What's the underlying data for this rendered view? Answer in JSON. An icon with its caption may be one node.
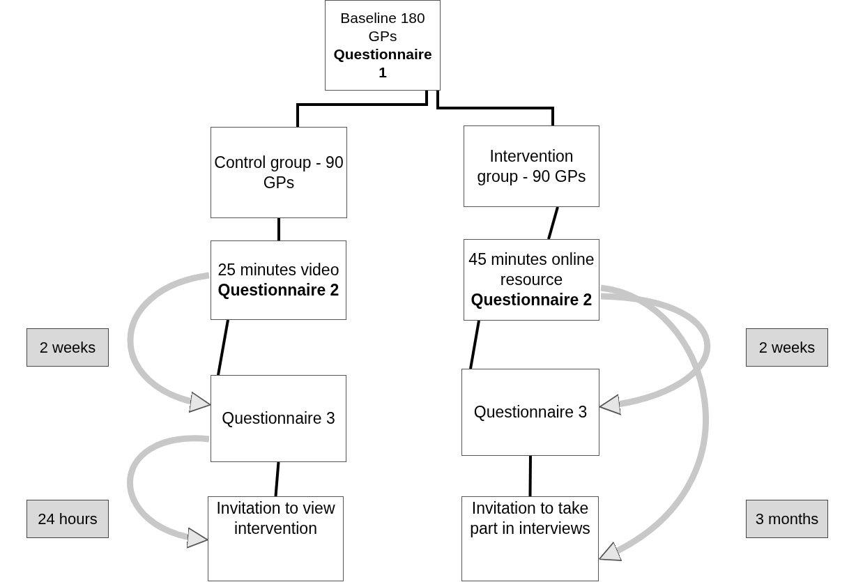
{
  "diagram": {
    "nodes": [
      {
        "text": [
          "Baseline 180 GPs",
          "Questionnaire 1"
        ]
      },
      {
        "text": [
          "Control group - 90 GPs"
        ]
      },
      {
        "text": [
          "Intervention group - 90 GPs"
        ]
      },
      {
        "text": [
          "25 minutes video",
          "Questionnaire 2"
        ]
      },
      {
        "text": [
          "45 minutes online resource",
          "Questionnaire 2"
        ]
      },
      {
        "text": [
          "Questionnaire 3"
        ]
      },
      {
        "text": [
          "Questionnaire 3"
        ]
      },
      {
        "text": [
          "Invitation to view intervention"
        ]
      },
      {
        "text": [
          "Invitation to take part in interviews"
        ]
      },
      {
        "text": [
          "2 weeks"
        ]
      },
      {
        "text": [
          "24 hours"
        ]
      },
      {
        "text": [
          "2 weeks"
        ]
      },
      {
        "text": [
          "3 months"
        ]
      }
    ],
    "edges": [
      {
        "from": 0,
        "to": 1,
        "arrow": "none"
      },
      {
        "from": 0,
        "to": 2,
        "arrow": "none"
      },
      {
        "from": 1,
        "to": 3,
        "arrow": "none"
      },
      {
        "from": 2,
        "to": 4,
        "arrow": "none"
      },
      {
        "from": 3,
        "to": 5,
        "arrow": "none"
      },
      {
        "from": 4,
        "to": 6,
        "arrow": "none"
      },
      {
        "from": 5,
        "to": 7,
        "arrow": "none"
      },
      {
        "from": 6,
        "to": 8,
        "arrow": "none"
      },
      {
        "from": 3,
        "to": 5,
        "arrow": "to",
        "style": "thick",
        "color": "#c8c8c8"
      },
      {
        "from": 5,
        "to": 7,
        "arrow": "to",
        "style": "thick",
        "color": "#c8c8c8"
      },
      {
        "from": 4,
        "to": 6,
        "arrow": "to",
        "style": "thick",
        "color": "#c8c8c8"
      },
      {
        "from": 4,
        "to": 8,
        "arrow": "to",
        "style": "thick",
        "color": "#c8c8c8"
      }
    ]
  }
}
